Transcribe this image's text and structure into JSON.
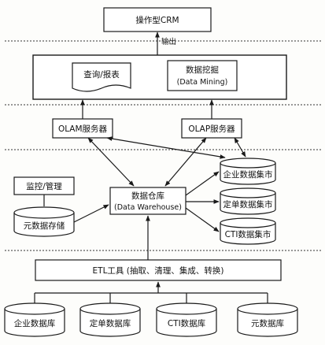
{
  "nodes": {
    "crm": "操作型CRM",
    "output": "输出",
    "query_report": "查询/报表",
    "data_mining": "数据挖掘",
    "data_mining_en": "(Data Mining)",
    "olam": "OLAM服务器",
    "olap": "OLAP服务器",
    "warehouse": "数据仓库",
    "warehouse_en": "(Data Warehouse)",
    "monitor": "监控/管理",
    "metadata_store": "元数据存储",
    "mart_enterprise": "企业数据集市",
    "mart_order": "定单数据集市",
    "mart_cti": "CTI数据集市",
    "etl": "ETL工具 (抽取、清理、集成、转换)",
    "db_enterprise": "企业数据库",
    "db_order": "定单数据库",
    "db_cti": "CTI数据库",
    "db_meta": "元数据库"
  },
  "colors": {
    "line": "#1a1a1a",
    "background": "#fdfdfb"
  }
}
